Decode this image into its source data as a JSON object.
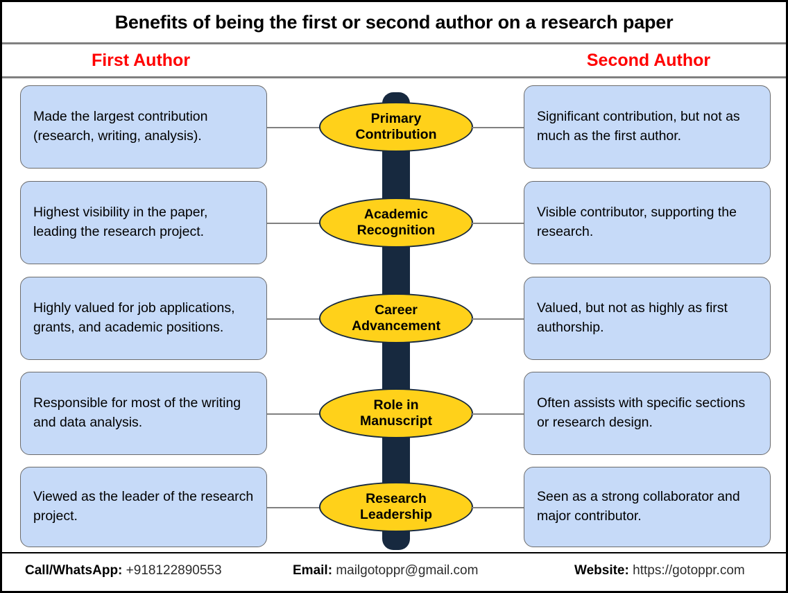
{
  "title": "Benefits of being the first or second author on a research paper",
  "columns": {
    "left_header": "First Author",
    "right_header": "Second Author",
    "header_color": "#FF0000"
  },
  "theme": {
    "box_fill": "#C6DAF8",
    "box_border": "#6B6B6B",
    "node_fill": "#FFD11A",
    "node_border": "#17293F",
    "spine_color": "#17293F",
    "connector_color": "#808080",
    "frame_color": "#000000"
  },
  "rows": [
    {
      "node_line1": "Primary",
      "node_line2": "Contribution",
      "left": "Made the largest contribution (research, writing, analysis).",
      "right": "Significant contribution, but not as much as the first author."
    },
    {
      "node_line1": "Academic",
      "node_line2": "Recognition",
      "left": "Highest visibility in the paper, leading the research project.",
      "right": "Visible contributor, supporting the research."
    },
    {
      "node_line1": "Career",
      "node_line2": "Advancement",
      "left": "Highly valued for job applications, grants, and academic positions.",
      "right": "Valued, but not as highly as first authorship."
    },
    {
      "node_line1": "Role in",
      "node_line2": "Manuscript",
      "left": "Responsible for most of the writing and data analysis.",
      "right": "Often assists with specific sections or research design."
    },
    {
      "node_line1": "Research",
      "node_line2": "Leadership",
      "left": "Viewed as the leader of the research project.",
      "right": "Seen as a strong collaborator and major contributor."
    }
  ],
  "footer": {
    "call_label": "Call/WhatsApp:",
    "call_value": "+918122890553",
    "email_label": "Email:",
    "email_value": "mailgotoppr@gmail.com",
    "website_label": "Website:",
    "website_value": "https://gotoppr.com"
  }
}
